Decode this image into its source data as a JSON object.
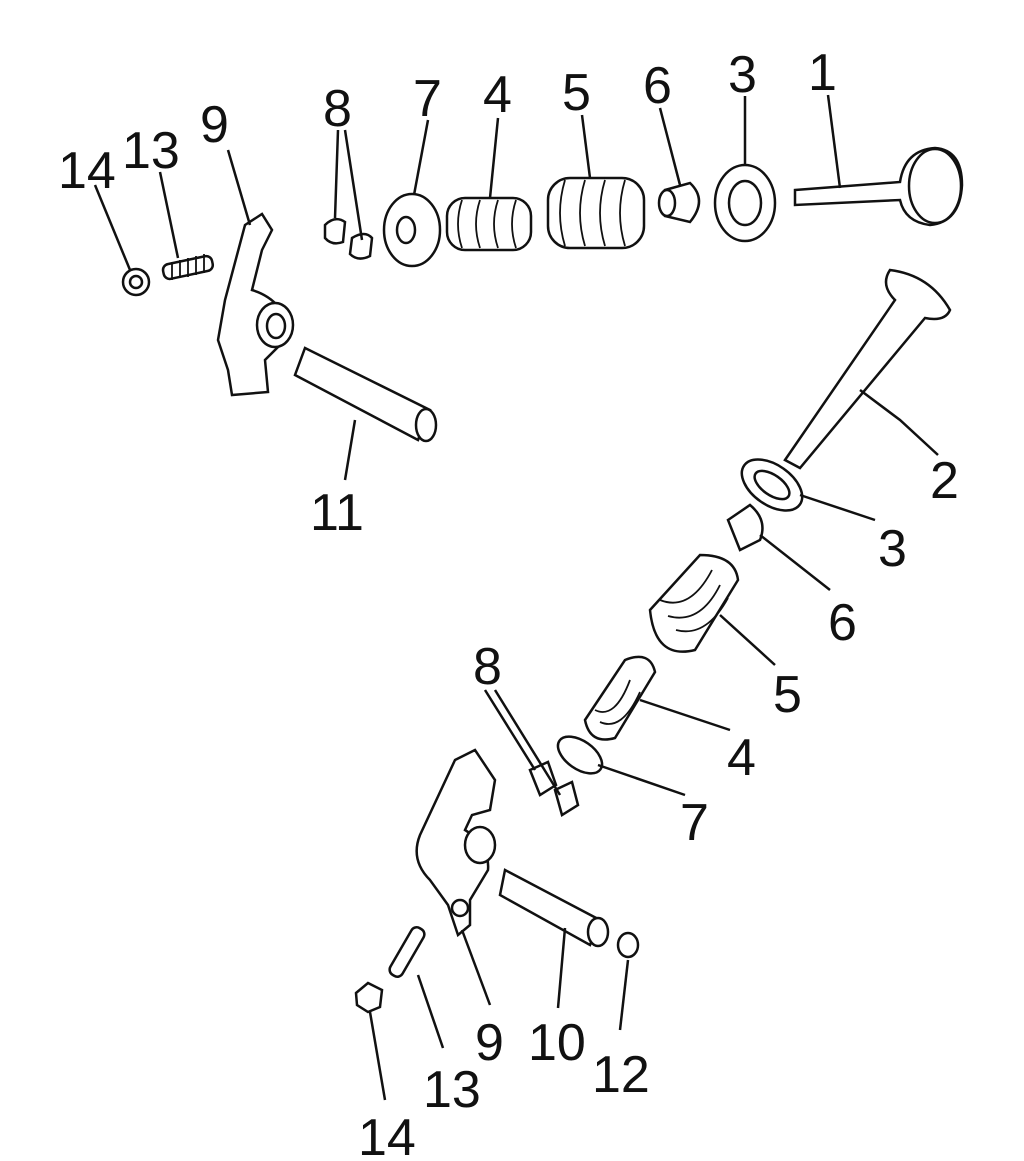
{
  "diagram": {
    "labels": {
      "top_14": "14",
      "top_13": "13",
      "top_9": "9",
      "top_8": "8",
      "top_7": "7",
      "top_4": "4",
      "top_5": "5",
      "top_6": "6",
      "top_3": "3",
      "top_1": "1",
      "top_11": "11",
      "mid_2": "2",
      "mid_3": "3",
      "mid_6": "6",
      "mid_5": "5",
      "mid_4": "4",
      "mid_7": "7",
      "mid_8": "8",
      "bot_9": "9",
      "bot_10": "10",
      "bot_12": "12",
      "bot_13": "13",
      "bot_14": "14"
    }
  }
}
